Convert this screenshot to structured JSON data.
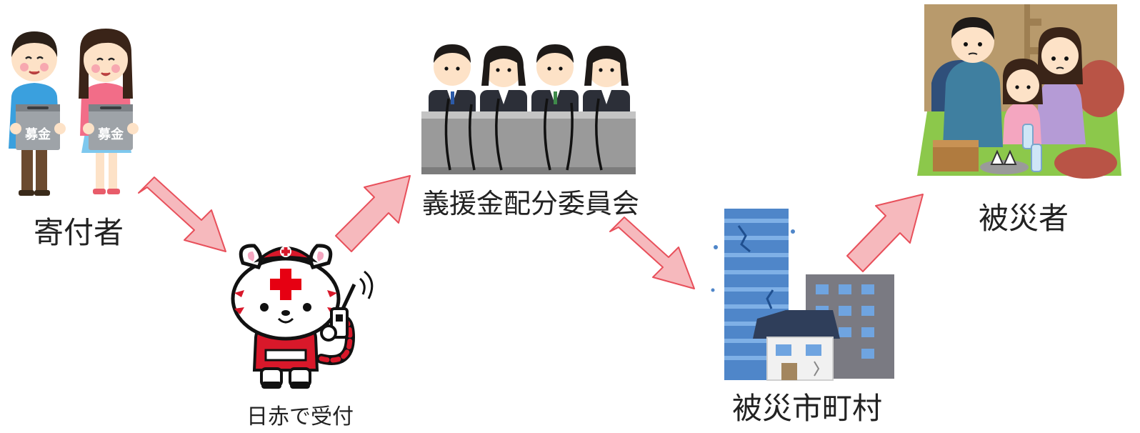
{
  "diagram": {
    "nodes": [
      {
        "id": "donors",
        "label": "寄付者",
        "box_text": "募金"
      },
      {
        "id": "jrc",
        "label": "日赤で受付"
      },
      {
        "id": "committee",
        "label": "義援金配分委員会"
      },
      {
        "id": "municipality",
        "label": "被災市町村"
      },
      {
        "id": "victims",
        "label": "被災者"
      }
    ],
    "edges": [
      {
        "from": "donors",
        "to": "jrc"
      },
      {
        "from": "jrc",
        "to": "committee"
      },
      {
        "from": "committee",
        "to": "municipality"
      },
      {
        "from": "municipality",
        "to": "victims"
      }
    ],
    "colors": {
      "arrow_fill": "#f6b9bd",
      "arrow_stroke": "#e8505b",
      "red_cross": "#e60012",
      "building_blue": "#4f86c9",
      "suit": "#2c2f38"
    }
  }
}
